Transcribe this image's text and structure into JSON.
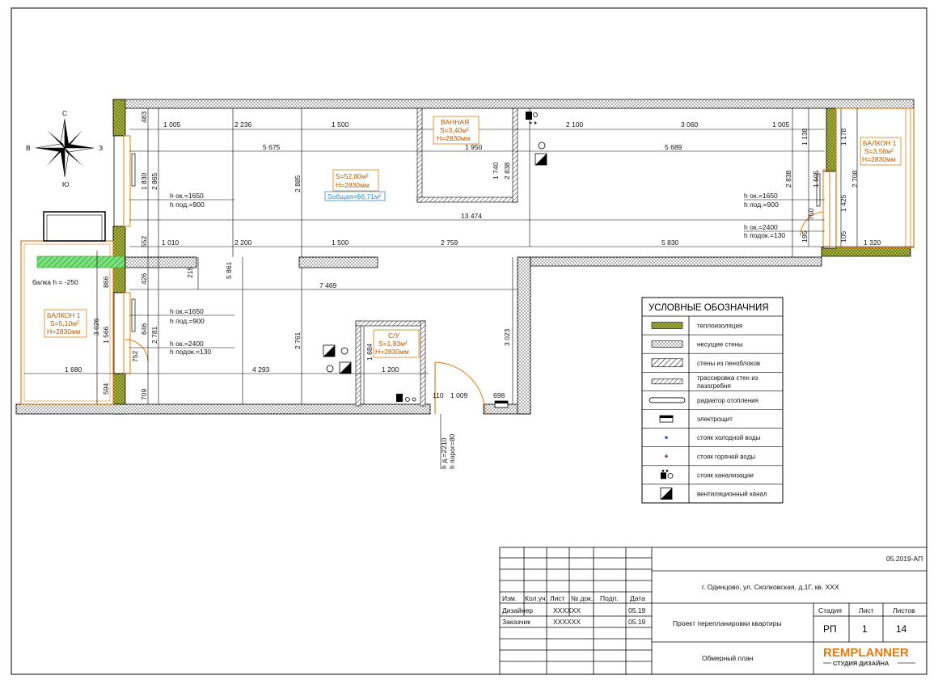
{
  "compass": {
    "n": "С",
    "s": "Ю",
    "w": "В",
    "e": "З"
  },
  "rooms": {
    "main": {
      "area": "S=52,80м²",
      "height": "H=2830мм",
      "total": "Sобщая=66,71м²"
    },
    "bath": {
      "name": "ВАННАЯ",
      "area": "S=3,40м²",
      "height": "H=2830мм"
    },
    "wc": {
      "name": "С/У",
      "area": "S=1,83м²",
      "height": "H=2830мм"
    },
    "balcony_left": {
      "name": "БАЛКОН 1",
      "area": "S=5,10м²",
      "height": "H=2830мм"
    },
    "balcony_right": {
      "name": "БАЛКОН 1",
      "area": "S=3,58м²",
      "height": "H=2830мм"
    }
  },
  "beam_label": "балка h = -250",
  "window_labels": {
    "ok1650": "h ок.=1650",
    "pod900": "h под.=900",
    "ok2400": "h ок.=2400",
    "podok130": "h подок.=130"
  },
  "door_label": {
    "hd": "h д.=2210",
    "porog": "h порог=80"
  },
  "dims": {
    "top_row": [
      "1 005",
      "2 236",
      "1 500",
      "2 100",
      "3 060",
      "1 005"
    ],
    "row2": [
      "5 675",
      "1 950",
      "5 689"
    ],
    "row3": [
      "13 474"
    ],
    "row4": [
      "1 010",
      "2 200",
      "1 500",
      "2 759",
      "5 830",
      "1 320"
    ],
    "row5": [
      "7 469"
    ],
    "row6": [
      "1 680",
      "4 293",
      "1 200",
      "110",
      "1 009",
      "698"
    ],
    "vert": [
      "483",
      "1 830",
      "2 865",
      "552",
      "866",
      "426",
      "215",
      "5 861",
      "3 026",
      "1 566",
      "646",
      "2 781",
      "752",
      "594",
      "709",
      "2 885",
      "1 740",
      "2 838",
      "2 761",
      "1 684",
      "3 023",
      "1 138",
      "1 178",
      "2 838",
      "1 505",
      "1 425",
      "2 708",
      "750",
      "195",
      "105"
    ]
  },
  "legend": {
    "title": "УСЛОВНЫЕ ОБОЗНАЧНИЯ",
    "items": [
      "теплоизоляция",
      "несущие стены",
      "стены из пеноблоков",
      "трассировка стен из пазогребня",
      "радиатор отопления",
      "электрощит",
      "стояк холодной воды",
      "стояк горячей воды",
      "стояк канализации",
      "вентиляционный канал"
    ]
  },
  "titleblock": {
    "code": "05.2019-АП",
    "address": "г. Одинцово, ул. Сколковская, д.1Г, кв. ХХХ",
    "headers": [
      "Изм.",
      "Кол.уч.",
      "Лист",
      "№ док.",
      "Подп.",
      "Дата"
    ],
    "rows": [
      {
        "role": "Дизайнер",
        "doc": "XXXXXX",
        "date": "05.19"
      },
      {
        "role": "Заказчик",
        "doc": "XXXXXX",
        "date": "05.19"
      }
    ],
    "project": "Проект перепланировки квартиры",
    "sheet_name": "Обмерный план",
    "stage_h": "Стадия",
    "sheet_h": "Лист",
    "sheets_h": "Листов",
    "stage": "РП",
    "sheet": "1",
    "sheets": "14",
    "logo": "REMPLANNER",
    "logo_sub": "СТУДИЯ ДИЗАЙНА"
  },
  "colors": {
    "accent": "#e07a10",
    "insulation": "#a7b43a",
    "blue": "#2a8fd8",
    "green": "#3fbf3f"
  }
}
